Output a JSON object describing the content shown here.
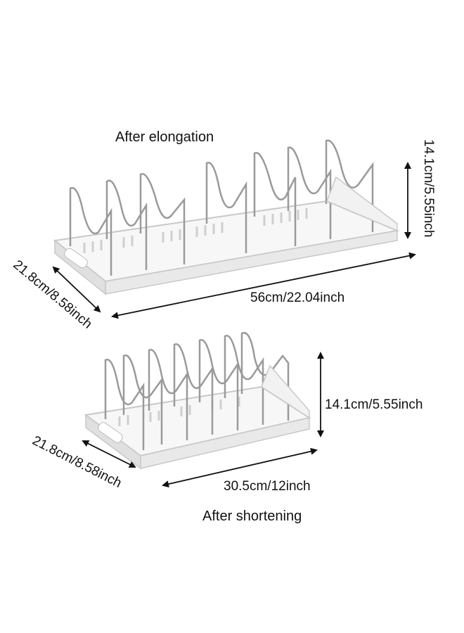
{
  "top_section": {
    "heading": "After elongation",
    "height_label": "14.1cm/5.55inch",
    "depth_label": "21.8cm/8.58inch",
    "length_label": "56cm/22.04inch"
  },
  "bottom_section": {
    "heading": "After shortening",
    "height_label": "14.1cm/5.55inch",
    "depth_label": "21.8cm/8.58inch",
    "length_label": "30.5cm/12inch"
  }
}
